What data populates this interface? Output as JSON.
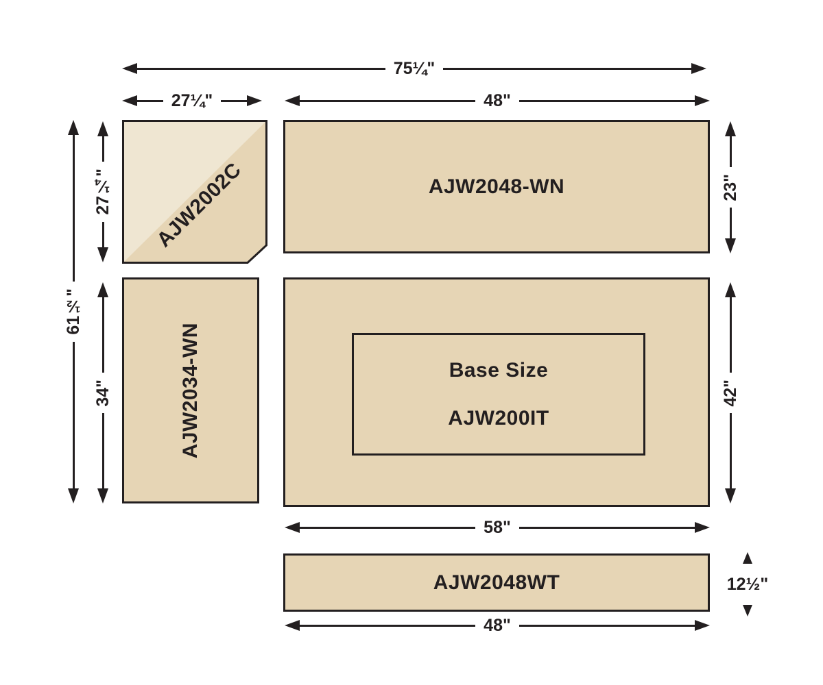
{
  "diagram": {
    "pieces": {
      "corner": "AJW2002C",
      "top_panel": "AJW2048-WN",
      "left_panel": "AJW2034-WN",
      "base_title": "Base Size",
      "base_model": "AJW200IT",
      "bottom_panel": "AJW2048WT"
    },
    "dims": {
      "overall_width": "75¼\"",
      "corner_width": "27¼\"",
      "top_width": "48\"",
      "overall_height": "61½\"",
      "corner_height": "27¼\"",
      "left_height": "34\"",
      "top_height": "23\"",
      "base_height": "42\"",
      "base_width": "58\"",
      "table_height": "12½\"",
      "table_width": "48\""
    },
    "colors": {
      "panel_fill": "#e6d5b5",
      "panel_fill_light": "#efe6d2",
      "line": "#231f20",
      "background": "#ffffff"
    }
  }
}
